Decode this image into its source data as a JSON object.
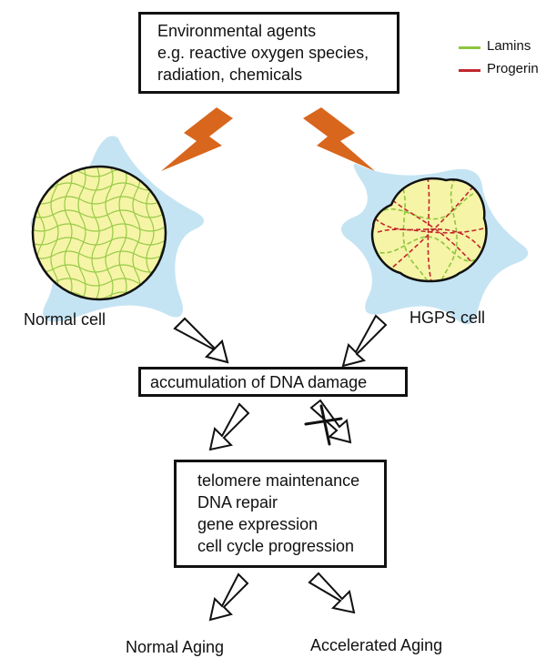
{
  "env_box": {
    "lines": [
      "Environmental agents",
      "e.g. reactive oxygen species,",
      "radiation, chemicals"
    ]
  },
  "legend": {
    "lamins": "Lamins",
    "progerin": "Progerin",
    "lamins_color": "#8dc63f",
    "progerin_color": "#c1272d"
  },
  "cells": {
    "normal_label": "Normal cell",
    "hgps_label": "HGPS cell",
    "cytoplasm_color": "#c5e4f3",
    "nucleus_color": "#f6f4a6"
  },
  "damage_box": {
    "text": "accumulation of DNA damage"
  },
  "processes_box": {
    "lines": [
      "telomere maintenance",
      "DNA repair",
      "gene expression",
      "cell cycle progression"
    ]
  },
  "outcomes": {
    "normal": "Normal Aging",
    "accelerated": "Accelerated Aging"
  },
  "colors": {
    "lightning": "#d8661c"
  }
}
